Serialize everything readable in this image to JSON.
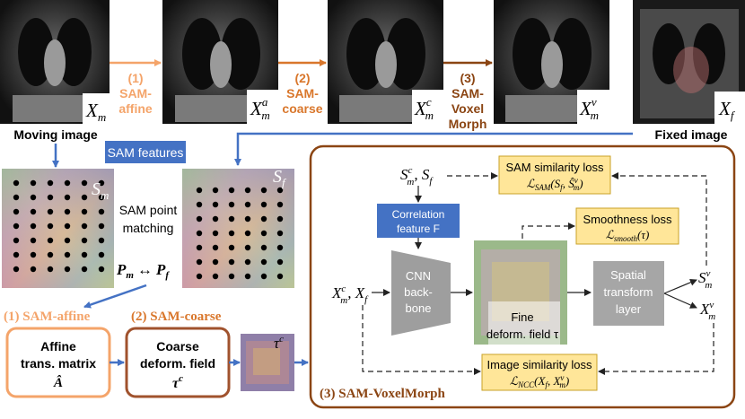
{
  "top_row": {
    "moving_label": "Moving image",
    "fixed_label": "Fixed image",
    "step1_num": "(1)",
    "step1_name_a": "SAM-",
    "step1_name_b": "affine",
    "step2_num": "(2)",
    "step2_name_a": "SAM-",
    "step2_name_b": "coarse",
    "step3_num": "(3)",
    "step3_name_a": "SAM-",
    "step3_name_b": "Voxel",
    "step3_name_c": "Morph",
    "img_labels": [
      "X",
      "X",
      "X",
      "X",
      "X"
    ],
    "img_subs": [
      "m",
      "m",
      "m",
      "m",
      "f"
    ],
    "img_sups": [
      "",
      "a",
      "c",
      "v",
      ""
    ]
  },
  "left": {
    "sam_features": "SAM features",
    "sm_label": "S",
    "sm_sub": "m",
    "sf_label": "S",
    "sf_sub": "f",
    "matching_a": "SAM point",
    "matching_b": "matching",
    "pm": "P",
    "pm_sub": "m",
    "arrow": "↔",
    "pf": "P",
    "pf_sub": "f",
    "affine_title": "(1) SAM-affine",
    "coarse_title": "(2) SAM-coarse",
    "affine_box_a": "Affine",
    "affine_box_b": "trans. matrix",
    "affine_box_c": "Â",
    "coarse_box_a": "Coarse",
    "coarse_box_b": "deform. field",
    "coarse_box_c": "τ",
    "coarse_box_c_sup": "c",
    "tau_label": "τ",
    "tau_sup": "c"
  },
  "voxelmorph": {
    "title": "(3) SAM-VoxelMorph",
    "input_top": "S",
    "input_top_sub": "m",
    "input_top_sup": "c",
    "input_top_b": ", S",
    "input_top_b_sub": "f",
    "input_left": "X",
    "input_left_sub": "m",
    "input_left_sup": "c",
    "input_left_b": ", X",
    "input_left_b_sub": "f",
    "corr_a": "Correlation",
    "corr_b": "feature F",
    "cnn_a": "CNN",
    "cnn_b": "back-",
    "cnn_c": "bone",
    "fine_a": "Fine",
    "fine_b": "deform. field τ",
    "stn_a": "Spatial",
    "stn_b": "transform",
    "stn_c": "layer",
    "out_s": "S",
    "out_s_sub": "m",
    "out_s_sup": "v",
    "out_x": "X",
    "out_x_sub": "m",
    "out_x_sup": "v",
    "sam_loss_title": "SAM similarity loss",
    "sam_loss_formula": "ℒ",
    "sam_loss_sub": "SAM",
    "sam_loss_args": "(S",
    "sam_loss_args_sub": "f",
    "sam_loss_args_b": ", Ŝ",
    "sam_loss_args_b_sub": "m",
    "sam_loss_args_b_sup": "v",
    "sam_loss_close": ")",
    "smooth_title": "Smoothness loss",
    "smooth_formula": "ℒ",
    "smooth_sub": "smooth",
    "smooth_args": "(τ)",
    "img_loss_title": "Image similarity loss",
    "img_loss_formula": "ℒ",
    "img_loss_sub": "NCC",
    "img_loss_args": "(X",
    "img_loss_args_sub": "f",
    "img_loss_args_b": ", X",
    "img_loss_args_b_sub": "m",
    "img_loss_args_b_sup": "v",
    "img_loss_close": ")"
  },
  "colors": {
    "orange_light": "#f4a46a",
    "orange_mid": "#d9772c",
    "brown": "#8b4513",
    "blue": "#4472c4",
    "yellow_box": "#ffe699",
    "grey_box": "#a6a6a6"
  }
}
